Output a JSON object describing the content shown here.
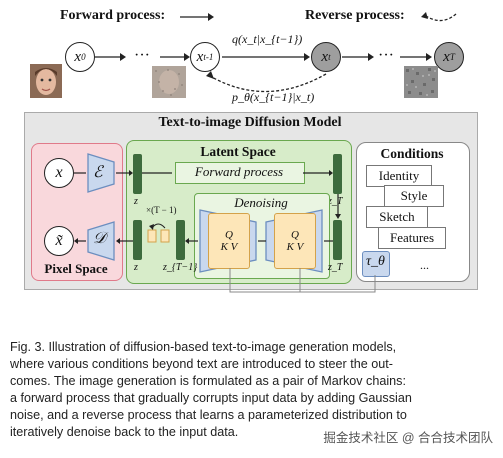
{
  "top": {
    "forward_label": "Forward process:",
    "reverse_label": "Reverse process:",
    "nodes": {
      "x0": "x",
      "x0_sub": "0",
      "xt1": "x",
      "xt1_sub": "t-1",
      "xt": "x",
      "xt_sub": "t",
      "xT": "x",
      "xT_sub": "T"
    },
    "dots": "···",
    "q_label": "q(x_t|x_{t−1})",
    "p_label": "p_θ(x_{t−1}|x_t)"
  },
  "model": {
    "title": "Text-to-image Diffusion Model",
    "pixel_space": "Pixel Space",
    "x": "x",
    "x_tilde": "x̃",
    "encoder": "ℰ",
    "decoder": "𝒟",
    "latent_space": "Latent Space",
    "forward_process": "Forward process",
    "denoising": "Denoising",
    "repeat": "×(T − 1)",
    "z": "z",
    "z_T": "z_T",
    "z_T1": "z_{T−1}",
    "qkv_q": "Q",
    "qkv_kv": "K V",
    "conditions": "Conditions",
    "cond_items": [
      "Identity",
      "Style",
      "Sketch",
      "Features"
    ],
    "cond_more": "...",
    "tau": "τ_θ"
  },
  "caption": {
    "lines": [
      "Fig. 3.  Illustration of diffusion-based text-to-image generation models,",
      "where various conditions beyond text are introduced to steer the out-",
      "comes. The image generation is formulated as a pair of Markov chains:",
      "a forward process that gradually corrupts input data by adding Gaussian",
      "noise, and a reverse process that learns a parameterized distribution to",
      "iteratively denoise back to the input data."
    ]
  },
  "watermark": "掘金技术社区 @ 合合技术团队",
  "colors": {
    "pixel_bg": "#f9d8dc",
    "pixel_border": "#e07a8a",
    "latent_bg": "#d7ecc9",
    "latent_border": "#6aa84f",
    "unet_fill": "#c9d8ee",
    "unet_border": "#6c8ebf",
    "qkv_fill": "#fde6b8",
    "bar": "#3d6b3d"
  }
}
